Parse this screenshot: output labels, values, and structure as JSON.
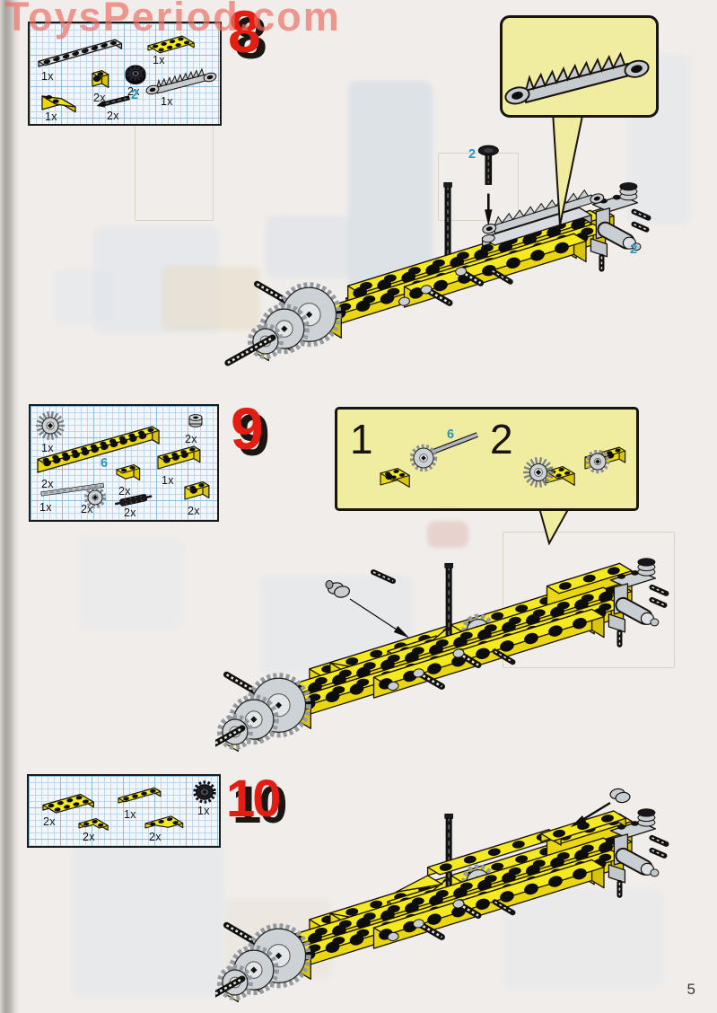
{
  "watermark": "ToysPeriod.com",
  "page_number": "5",
  "colors": {
    "step_number_red": "#e31d12",
    "callout_blue": "#2795c3",
    "lego_yellow": "#f0e318",
    "part_gray": "#c9ced3",
    "inset_yellow": "#f0eca0"
  },
  "steps": [
    {
      "number": "8",
      "parts": [
        {
          "qty": "1x",
          "part": "technic-plate-1x8-gray"
        },
        {
          "qty": "1x",
          "part": "plate-2x4-yellow"
        },
        {
          "qty": "1x",
          "part": "slope-brick-2x2-yellow"
        },
        {
          "qty": "2x",
          "part": "technic-brick-1x1-yellow"
        },
        {
          "qty": "2x",
          "part": "pulley-wheel-black"
        },
        {
          "qty": "2x",
          "part": "axle-black",
          "length_label": "2"
        },
        {
          "qty": "1x",
          "part": "gear-rack-gray"
        }
      ],
      "inset_part": "gear-rack-gray",
      "assembly_labels": [
        "2",
        "2"
      ]
    },
    {
      "number": "9",
      "parts": [
        {
          "qty": "1x",
          "part": "gear-24t-gray"
        },
        {
          "qty": "2x",
          "part": "half-bush-gray"
        },
        {
          "qty": "2x",
          "part": "technic-brick-1x12-yellow"
        },
        {
          "qty": "1x",
          "part": "axle-6-gray",
          "length_label": "6"
        },
        {
          "qty": "2x",
          "part": "slope-brick-inverted-yellow"
        },
        {
          "qty": "2x",
          "part": "gear-8t-gray"
        },
        {
          "qty": "2x",
          "part": "axle-connector-black"
        },
        {
          "qty": "1x",
          "part": "technic-brick-1x4-yellow"
        },
        {
          "qty": "2x",
          "part": "technic-brick-1x2-yellow"
        }
      ],
      "substeps": [
        {
          "number": "1",
          "axle_label": "6"
        },
        {
          "number": "2"
        }
      ]
    },
    {
      "number": "10",
      "parts": [
        {
          "qty": "2x",
          "part": "plate-2x4-yellow"
        },
        {
          "qty": "1x",
          "part": "plate-1x4-yellow"
        },
        {
          "qty": "2x",
          "part": "corner-plate-2x2-yellow"
        },
        {
          "qty": "2x",
          "part": "wing-plate-3x3-yellow"
        },
        {
          "qty": "1x",
          "part": "gear-wheel-black"
        }
      ]
    }
  ]
}
